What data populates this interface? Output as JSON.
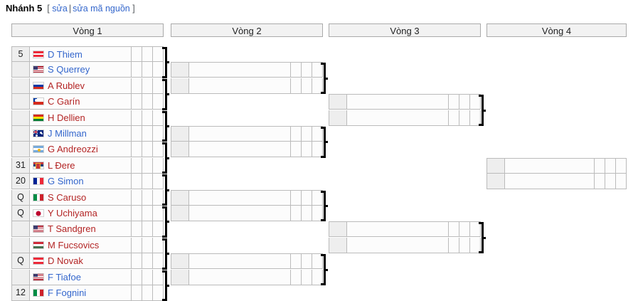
{
  "heading": {
    "title": "Nhánh 5",
    "edit_open": "[",
    "edit_label": "sửa",
    "edit_sep": "|",
    "edit_source_label": "sửa mã nguồn",
    "edit_close": "]"
  },
  "rounds": [
    {
      "label": "Vòng 1"
    },
    {
      "label": "Vòng 2"
    },
    {
      "label": "Vòng 3"
    },
    {
      "label": "Vòng 4"
    }
  ],
  "colors": {
    "link_blue": "#3366cc",
    "link_red": "#b32424",
    "header_bg": "#f2f2f2",
    "seed_bg": "#eeeeee",
    "cell_bg": "#fcfcfc",
    "border": "#bbbbbb",
    "connector": "#000000"
  },
  "round1": [
    {
      "seed": "5",
      "name": "D Thiem",
      "color": "blue",
      "flag": "austria"
    },
    {
      "seed": "",
      "name": "S Querrey",
      "color": "blue",
      "flag": "usa"
    },
    {
      "seed": "",
      "name": "A Rublev",
      "color": "red",
      "flag": "russia"
    },
    {
      "seed": "",
      "name": "C Garín",
      "color": "red",
      "flag": "chile"
    },
    {
      "seed": "",
      "name": "H Dellien",
      "color": "red",
      "flag": "bolivia"
    },
    {
      "seed": "",
      "name": "J Millman",
      "color": "blue",
      "flag": "australia"
    },
    {
      "seed": "",
      "name": "G Andreozzi",
      "color": "red",
      "flag": "argentina"
    },
    {
      "seed": "31",
      "name": "L Đere",
      "color": "red",
      "flag": "serbia"
    },
    {
      "seed": "20",
      "name": "G Simon",
      "color": "blue",
      "flag": "france"
    },
    {
      "seed": "Q",
      "name": "S Caruso",
      "color": "red",
      "flag": "italy"
    },
    {
      "seed": "Q",
      "name": "Y Uchiyama",
      "color": "red",
      "flag": "japan"
    },
    {
      "seed": "",
      "name": "T Sandgren",
      "color": "red",
      "flag": "usa"
    },
    {
      "seed": "",
      "name": "M Fucsovics",
      "color": "red",
      "flag": "hungary"
    },
    {
      "seed": "Q",
      "name": "D Novak",
      "color": "red",
      "flag": "austria"
    },
    {
      "seed": "",
      "name": "F Tiafoe",
      "color": "blue",
      "flag": "usa"
    },
    {
      "seed": "12",
      "name": "F Fognini",
      "color": "blue",
      "flag": "italy"
    }
  ],
  "round2": [
    {
      "seed": "",
      "name": "",
      "color": "blue",
      "flag": ""
    },
    {
      "seed": "",
      "name": "",
      "color": "blue",
      "flag": ""
    },
    {
      "seed": "",
      "name": "",
      "color": "blue",
      "flag": ""
    },
    {
      "seed": "",
      "name": "",
      "color": "blue",
      "flag": ""
    },
    {
      "seed": "",
      "name": "",
      "color": "blue",
      "flag": ""
    },
    {
      "seed": "",
      "name": "",
      "color": "blue",
      "flag": ""
    },
    {
      "seed": "",
      "name": "",
      "color": "blue",
      "flag": ""
    },
    {
      "seed": "",
      "name": "",
      "color": "blue",
      "flag": ""
    }
  ],
  "round3": [
    {
      "seed": "",
      "name": "",
      "color": "blue",
      "flag": ""
    },
    {
      "seed": "",
      "name": "",
      "color": "blue",
      "flag": ""
    },
    {
      "seed": "",
      "name": "",
      "color": "blue",
      "flag": ""
    },
    {
      "seed": "",
      "name": "",
      "color": "blue",
      "flag": ""
    }
  ],
  "round4": [
    {
      "seed": "",
      "name": "",
      "color": "blue",
      "flag": ""
    },
    {
      "seed": "",
      "name": "",
      "color": "blue",
      "flag": ""
    }
  ]
}
